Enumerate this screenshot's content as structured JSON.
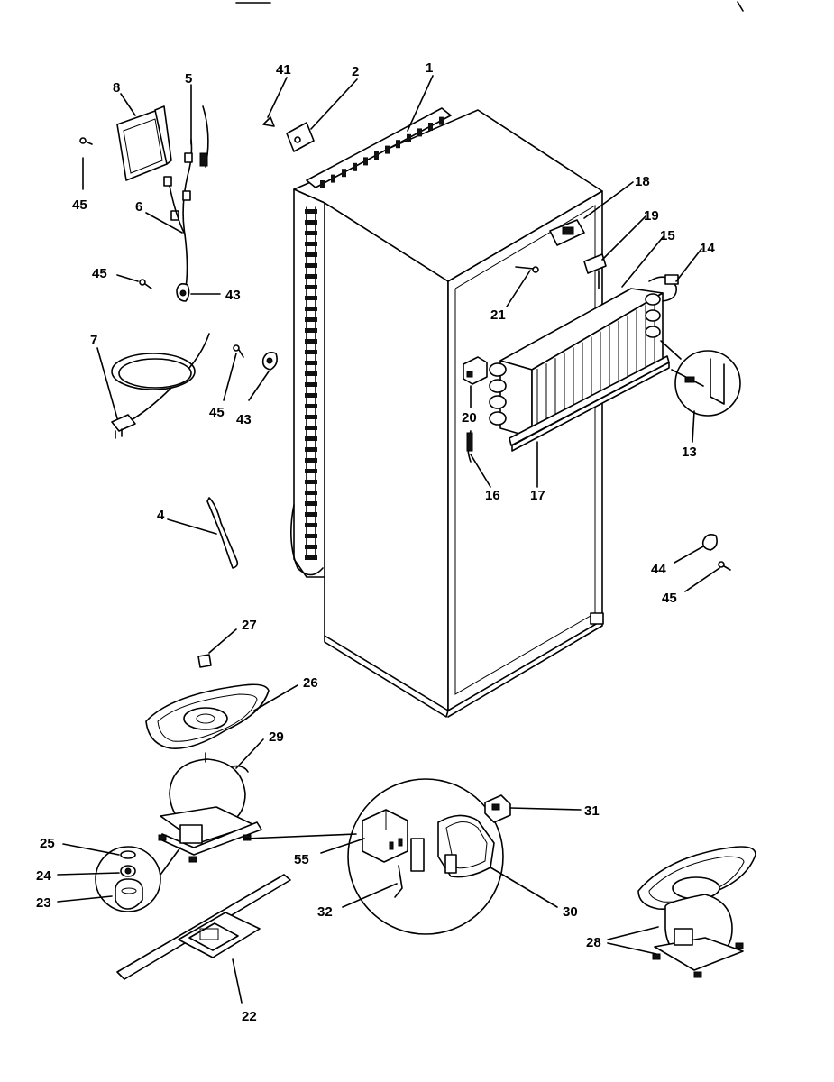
{
  "callouts": {
    "c1": "1",
    "c2": "2",
    "c4": "4",
    "c5": "5",
    "c6": "6",
    "c7": "7",
    "c8": "8",
    "c13": "13",
    "c14": "14",
    "c15": "15",
    "c16": "16",
    "c17": "17",
    "c18": "18",
    "c19": "19",
    "c20": "20",
    "c21": "21",
    "c22": "22",
    "c23": "23",
    "c24": "24",
    "c25": "25",
    "c26": "26",
    "c27": "27",
    "c28": "28",
    "c29": "29",
    "c30": "30",
    "c31": "31",
    "c32": "32",
    "c41": "41",
    "c43a": "43",
    "c43b": "43",
    "c44": "44",
    "c45a": "45",
    "c45b": "45",
    "c45c": "45",
    "c45d": "45",
    "c55": "55"
  }
}
